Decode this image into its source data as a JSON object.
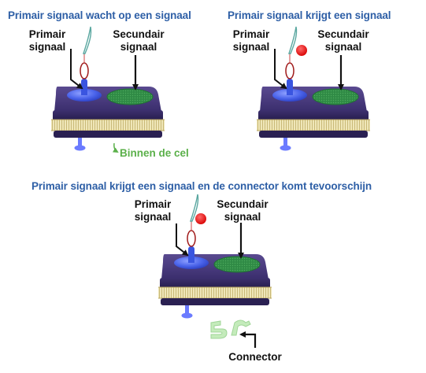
{
  "panel1": {
    "title": "Primair signaal wacht op een signaal",
    "primary_label_line1": "Primair",
    "primary_label_line2": "signaal",
    "secondary_label_line1": "Secundair",
    "secondary_label_line2": "signaal",
    "cell_label": "Binnen de cel"
  },
  "panel2": {
    "title": "Primair signaal krijgt een signaal",
    "primary_label_line1": "Primair",
    "primary_label_line2": "signaal",
    "secondary_label_line1": "Secundair",
    "secondary_label_line2": "signaal"
  },
  "panel3": {
    "title": "Primair signaal krijgt een signaal en de connector komt tevoorschijn",
    "primary_label_line1": "Primair",
    "primary_label_line2": "signaal",
    "secondary_label_line1": "Secundair",
    "secondary_label_line2": "signaal",
    "connector_label": "Connector"
  },
  "colors": {
    "title": "#2e5fa6",
    "receptor_body": "#3b2e6e",
    "primary_blue": "#3a55e0",
    "secondary_green": "#2f8f4a",
    "membrane": "#efe5b4",
    "signal_red": "#ee1111",
    "connector_green": "#b9e6b0"
  }
}
